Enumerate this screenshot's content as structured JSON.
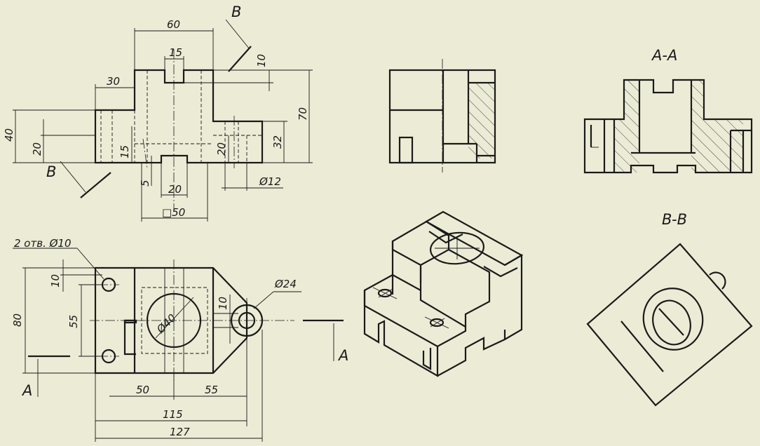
{
  "view_labels": {
    "section_aa": "A-A",
    "section_bb": "B-B",
    "cut_a_left": "A",
    "cut_a_right": "A",
    "cut_b_top": "B",
    "cut_b_bottom": "B"
  },
  "front_view_dims": {
    "width_top": "60",
    "slot_width": "15",
    "slot_depth": "10",
    "left_step": "30",
    "overall_height": "70",
    "left_height": "40",
    "left_lower": "20",
    "bottom_slot_height": "15",
    "bottom_small": "5",
    "bottom_slot_width": "20",
    "square_base": "□50",
    "right_boss_height": "20",
    "right_boss_total": "32",
    "right_hole_diam": "Ø12"
  },
  "top_view_dims": {
    "holes_note": "2 отв. Ø10",
    "hole_offset": "10",
    "hole_spacing": "55",
    "overall_depth": "80",
    "bore_diam": "Ø40",
    "lug_diam": "Ø24",
    "lug_offset": "10",
    "dist_50": "50",
    "dist_55": "55",
    "dist_115": "115",
    "dist_127": "127"
  }
}
